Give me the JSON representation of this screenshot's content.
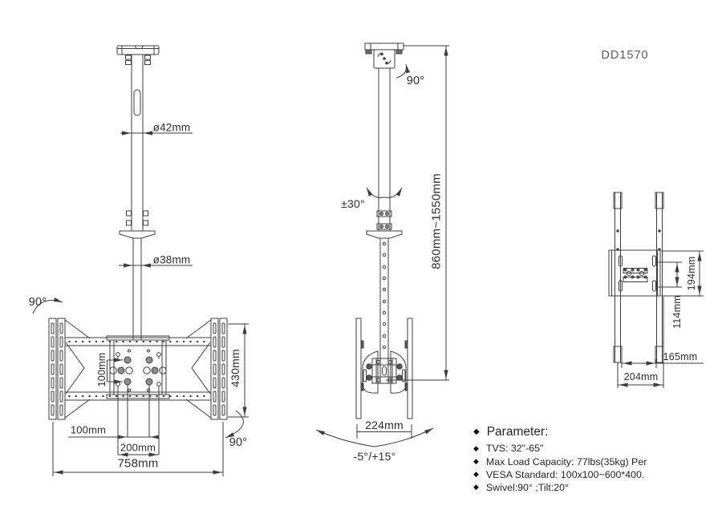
{
  "model": "DD1570",
  "front_view": {
    "dia_top_pole": "ø42mm",
    "dia_bottom_pole": "ø38mm",
    "swivel_top_left": "90°",
    "swivel_bottom_right": "90°",
    "vesa_vertical": "100mm",
    "bracket_height": "430mm",
    "hole_spacing_100": "100mm",
    "hole_spacing_200": "200mm",
    "overall_width": "758mm"
  },
  "side_view": {
    "rotation": "90°",
    "pole_swivel": "±30°",
    "height_range": "860mm~1550mm",
    "bracket_depth": "224mm",
    "tilt_range": "-5°/+15°"
  },
  "profile_view": {
    "plate_height": "194mm",
    "hole_spacing": "114mm",
    "depth_inner": "165mm",
    "depth_outer": "204mm"
  },
  "parameters": {
    "bullet": "◆",
    "title": "Parameter:",
    "items": [
      "TVS: 32\"-65\"",
      "Max Load Capacity: 77lbs(35kg) Per",
      "VESA Standard: 100x100~600*400.",
      "Swivel:90° ;Tilt:20°"
    ]
  }
}
